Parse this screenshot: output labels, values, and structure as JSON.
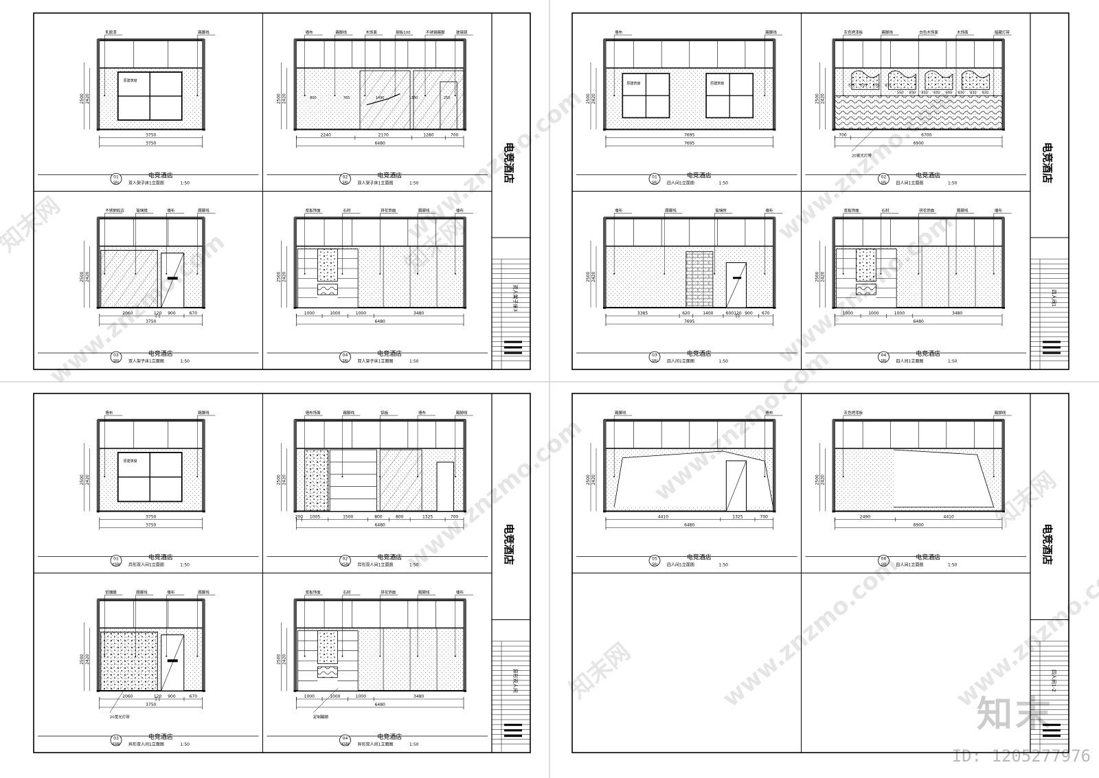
{
  "watermark": {
    "site": "www.znzmo.com",
    "brand": "知末网",
    "logo": "知末",
    "id": "ID: 1205277976"
  },
  "hatch_color": "#000000",
  "sheets": [
    {
      "side_title": "电竞酒店",
      "sheet_name": "双人架子床3",
      "panels": [
        {
          "num": "01",
          "code": "SRJ",
          "title": "电竞酒店",
          "subtitle": "双人架子床1立面图",
          "scale": "1:50",
          "notes": [
            "乳胶漆",
            "踢脚线"
          ],
          "window_label": "原建筑窗",
          "dims": [
            "3750",
            "3750"
          ],
          "heights": [
            "2500",
            "2420"
          ]
        },
        {
          "num": "02",
          "code": "SRJ",
          "title": "电竞酒店",
          "subtitle": "双人架子床1立面图",
          "scale": "1:50",
          "notes": [
            "墙布",
            "踢脚线",
            "木饰面",
            "钢板100",
            "不锈钢踢脚",
            "玻璃镜"
          ],
          "dims": [
            "2240",
            "2170",
            "1280",
            "700",
            "6480"
          ],
          "heights": [
            "2500",
            "2420"
          ],
          "inner_dims": [
            "800",
            "765",
            "1490",
            "1330",
            "250"
          ]
        },
        {
          "num": "03",
          "code": "SRJ",
          "title": "电竞酒店",
          "subtitle": "双人架子床1立面图",
          "scale": "1:50",
          "notes": [
            "不锈钢收边",
            "玻璃镜",
            "墙布",
            "踢脚线"
          ],
          "dims": [
            "2060",
            "120",
            "900",
            "670",
            "3750"
          ],
          "heights": [
            "2500",
            "2420"
          ]
        },
        {
          "num": "04",
          "code": "SRJ",
          "title": "电竞酒店",
          "subtitle": "双人架子床1立面图",
          "scale": "1:50",
          "notes": [
            "浆板饰面",
            "石材",
            "拼花饰面",
            "踢脚线",
            "墙布"
          ],
          "dims": [
            "1000",
            "1000",
            "1000",
            "3480",
            "6480"
          ],
          "heights": [
            "2500",
            "2420"
          ]
        }
      ]
    },
    {
      "side_title": "电竞酒店",
      "sheet_name": "四人间1",
      "panels": [
        {
          "num": "01",
          "code": "SRJ",
          "title": "电竞酒店",
          "subtitle": "四人间1立面图",
          "scale": "1:50",
          "notes": [
            "墙布",
            "踢脚线"
          ],
          "window_label": "原建筑窗",
          "dims": [
            "7695",
            "7695"
          ],
          "heights": [
            "2500",
            "2420"
          ]
        },
        {
          "num": "02",
          "code": "SRJ",
          "title": "电竞酒店",
          "subtitle": "四人间1立面图",
          "scale": "1:50",
          "notes": [
            "灰色烤漆板",
            "踢脚线",
            "白色木饰面",
            "木饰面",
            "暗藏灯带"
          ],
          "dims": [
            "700",
            "6700",
            "6900"
          ],
          "heights": [
            "2500",
            "2420"
          ],
          "footnote": "20宽光灯带",
          "inner_dims": [
            "575",
            "575",
            "575",
            "975",
            "550",
            "830",
            "830",
            "830",
            "600",
            "830",
            "830",
            "830"
          ]
        },
        {
          "num": "03",
          "code": "SRJ",
          "title": "电竞酒店",
          "subtitle": "四人间1立面图",
          "scale": "1:50",
          "notes": [
            "墙布",
            "踢脚线",
            "玻璃砖",
            "墙布"
          ],
          "dims": [
            "3385",
            "620",
            "1400",
            "600",
            "120",
            "900",
            "670",
            "7695"
          ],
          "heights": [
            "2500",
            "2420"
          ]
        },
        {
          "num": "04",
          "code": "SRJ",
          "title": "电竞酒店",
          "subtitle": "四人间1立面图",
          "scale": "1:50",
          "notes": [
            "浆板饰面",
            "石材",
            "拼花饰面",
            "踢脚线",
            "墙布"
          ],
          "dims": [
            "1000",
            "1000",
            "1000",
            "3480",
            "6480"
          ],
          "heights": [
            "2500",
            "2420"
          ]
        }
      ]
    },
    {
      "side_title": "电竞酒店",
      "sheet_name": "异形双人间",
      "panels": [
        {
          "num": "01",
          "code": "XSRJ",
          "title": "电竞酒店",
          "subtitle": "异形双人间1立面图",
          "scale": "1:50",
          "notes": [
            "墙布",
            "踢脚线"
          ],
          "window_label": "原建筑窗",
          "dims": [
            "3750",
            "3750"
          ],
          "heights": [
            "2500",
            "2420"
          ]
        },
        {
          "num": "02",
          "code": "XSRJ",
          "title": "电竞酒店",
          "subtitle": "异形双人间1立面图",
          "scale": "1:50",
          "notes": [
            "墙布饰面",
            "踢脚线",
            "铝板",
            "墙布",
            "踢脚线"
          ],
          "dims": [
            "200",
            "1005",
            "1500",
            "800",
            "800",
            "1325",
            "700",
            "6480"
          ],
          "heights": [
            "2500",
            "2420"
          ]
        },
        {
          "num": "03",
          "code": "XSRJ",
          "title": "电竞酒店",
          "subtitle": "异形双人间1立面图",
          "scale": "1:50",
          "notes": [
            "铝镀膜",
            "踢脚线",
            "墙布",
            "踢脚线"
          ],
          "dims": [
            "2060",
            "120",
            "900",
            "670",
            "3750"
          ],
          "heights": [
            "2500",
            "2420"
          ],
          "footnote": "20宽光灯带"
        },
        {
          "num": "04",
          "code": "XSRJ",
          "title": "电竞酒店",
          "subtitle": "异形双人间1立面图",
          "scale": "1:50",
          "notes": [
            "浆板饰面",
            "石材",
            "拼花饰面",
            "踢脚线",
            "墙布"
          ],
          "dims": [
            "1000",
            "1000",
            "1000",
            "3480",
            "6480"
          ],
          "heights": [
            "2500",
            "2420"
          ],
          "footnote": "定制踢脚"
        }
      ]
    },
    {
      "side_title": "电竞酒店",
      "sheet_name": "四人间1-2",
      "panels": [
        {
          "num": "05",
          "code": "SRJ",
          "title": "电竞酒店",
          "subtitle": "四人间1立面图",
          "scale": "1:50",
          "notes": [
            "踢脚线",
            "墙布"
          ],
          "dims": [
            "4410",
            "1325",
            "700",
            "6480"
          ],
          "heights": [
            "2500",
            "2420"
          ]
        },
        {
          "num": "06",
          "code": "SRJ",
          "title": "电竞酒店",
          "subtitle": "四人间1立面图",
          "scale": "1:50",
          "notes": [
            "灰色烤漆板",
            "踢脚线"
          ],
          "dims": [
            "2490",
            "4410",
            "6900"
          ],
          "heights": [
            "2500",
            "2420"
          ]
        }
      ]
    }
  ]
}
